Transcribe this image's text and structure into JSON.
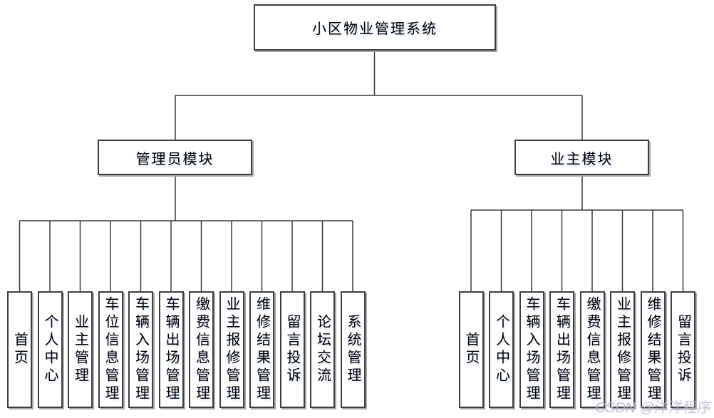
{
  "diagram": {
    "root": {
      "label": "小区物业管理系统"
    },
    "modules": [
      {
        "label": "管理员模块",
        "children": [
          "首页",
          "个人中心",
          "业主管理",
          "车位信息管理",
          "车辆入场管理",
          "车辆出场管理",
          "缴费信息管理",
          "业主报修管理",
          "维修结果管理",
          "留言投诉",
          "论坛交流",
          "系统管理"
        ]
      },
      {
        "label": "业主模块",
        "children": [
          "首页",
          "个人中心",
          "车辆入场管理",
          "车辆出场管理",
          "缴费信息管理",
          "业主报修管理",
          "维修结果管理",
          "留言投诉"
        ]
      }
    ]
  },
  "watermark": {
    "text": "CSDN @洋洋程序",
    "color": "#b7bad4"
  },
  "colors": {
    "background": "#ffffff",
    "box_border": "#3f3f3f",
    "box_shadow": "#a8a8a8",
    "connector": "#3a3a3a",
    "text": "#000000"
  }
}
